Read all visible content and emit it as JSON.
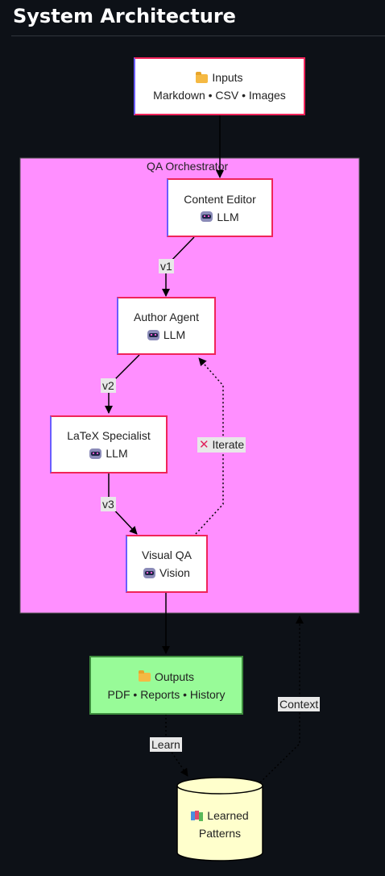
{
  "title": "System Architecture",
  "group": {
    "title": "QA Orchestrator"
  },
  "nodes": {
    "inputs": {
      "line1": "Inputs",
      "line2": "Markdown • CSV • Images",
      "icon": "folder-icon"
    },
    "content_editor": {
      "line1": "Content Editor",
      "line2": "LLM",
      "icon": "robot-icon"
    },
    "author_agent": {
      "line1": "Author Agent",
      "line2": "LLM",
      "icon": "robot-icon"
    },
    "latex_specialist": {
      "line1": "LaTeX Specialist",
      "line2": "LLM",
      "icon": "robot-icon"
    },
    "visual_qa": {
      "line1": "Visual QA",
      "line2": "Vision",
      "icon": "robot-icon"
    },
    "outputs": {
      "line1": "Outputs",
      "line2": "PDF • Reports • History",
      "icon": "folder-icon"
    },
    "learned_patterns": {
      "line1": "Learned",
      "line2": "Patterns",
      "icon": "books-icon"
    }
  },
  "edges": {
    "v1": "v1",
    "v2": "v2",
    "v3": "v3",
    "iterate": "Iterate",
    "learn": "Learn",
    "context": "Context"
  },
  "colors": {
    "background": "#0d1117",
    "group_fill": "#ff8fff",
    "node_fill": "#ffffff",
    "node_border": "#f0245a",
    "outputs_fill": "#98fb98",
    "cylinder_fill": "#ffffcc"
  }
}
